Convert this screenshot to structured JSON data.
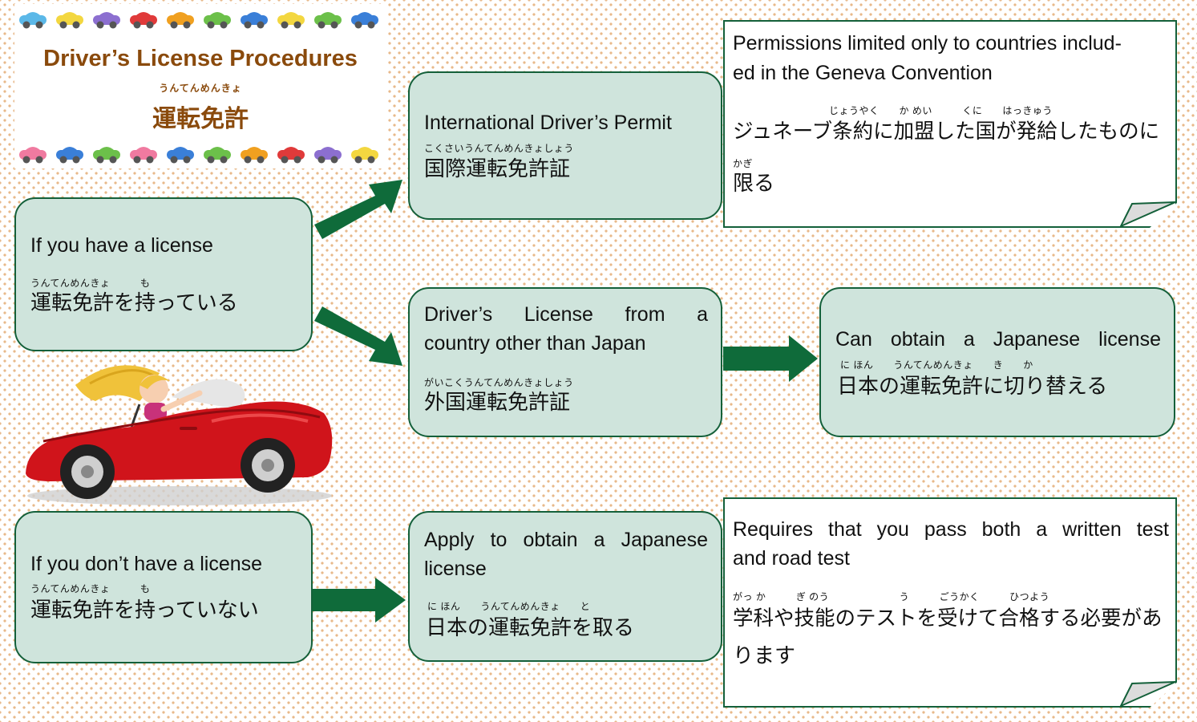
{
  "header": {
    "title": "Driver’s License Procedures",
    "title_ruby": "うんてんめんきょ",
    "title_jp": "運転免許"
  },
  "colors": {
    "box_fill": "#cfe4dc",
    "box_border": "#14603a",
    "arrow": "#0f6b3a",
    "title_text": "#8a4a0c",
    "dot_pattern": "#e8b98a"
  },
  "icons": {
    "header_cars": "toy-car-icon",
    "illustration": "woman-driving-red-convertible",
    "arrows": "right-arrow-icon"
  },
  "boxes": {
    "have_license": {
      "en": "If you have a license",
      "ruby": "うんてんめんきょ　　　も",
      "jp": "運転免許を持っている"
    },
    "no_license": {
      "en": "If you don’t have a license",
      "ruby": "うんてんめんきょ　　　も",
      "jp": "運転免許を持っていない"
    },
    "international_permit": {
      "en": "International Driver’s Permit",
      "ruby": "こくさいうんてんめんきょしょう",
      "jp": "国際運転免許証"
    },
    "foreign_license": {
      "en_line1": "Driver’s License from a",
      "en_line2": "country other than Japan",
      "ruby": "がいこくうんてんめんきょしょう",
      "jp": "外国運転免許証"
    },
    "apply_license": {
      "en_line1": "Apply to obtain a Japanese",
      "en_line2": "license",
      "ruby": "に ほん　　うんてんめんきょ　　と",
      "jp": "日本の運転免許を取る"
    },
    "switch_license": {
      "en": "Can obtain a Japanese license",
      "ruby": "に ほん　　うんてんめんきょ　　き　　か",
      "jp": "日本の運転免許に切り替える"
    }
  },
  "notes": {
    "geneva": {
      "en_line1": "Permissions limited only to countries includ-",
      "en_line2": "ed in the Geneva Convention",
      "ruby1": "じょうやく　　か めい　　　くに　　はっきゅう",
      "jp_line1": "ジュネーブ条約に加盟した国が発給したものに",
      "ruby2": "かぎ",
      "jp_line2": "限る"
    },
    "tests": {
      "en_line1": "Requires that you pass both a written test",
      "en_line2": "and road test",
      "ruby1": "がっ か　　　ぎ のう　　　　　　　う　　　ごうかく　　　ひつよう",
      "jp_line1": "学科や技能のテストを受けて合格する必要があ",
      "jp_line2": "ります"
    }
  }
}
